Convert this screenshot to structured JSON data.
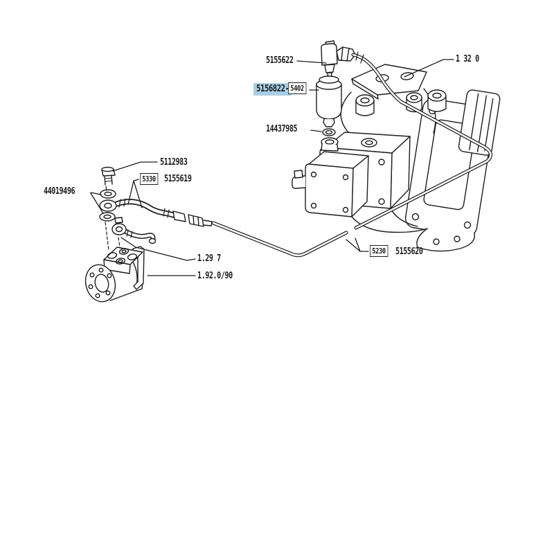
{
  "page": {
    "background_color": "#ffffff",
    "line_color": "#1c1c1c",
    "highlight_color": "#a9cee3",
    "text_color": "#1b1b1b"
  },
  "diagram": {
    "labels": {
      "p5155622": "5155622",
      "p5156822": "5156822-",
      "ref5402": "5402",
      "p14437985": "14437985",
      "ref1320": "1 32 0",
      "p5112983": "5112983",
      "ref5330": "5330",
      "p5155619": "5155619",
      "p44019496": "44019496",
      "ref1297": "1.29 7",
      "ref19290": "1.92.0/90",
      "ref5230": "5230",
      "p5155620": "5155620"
    }
  }
}
